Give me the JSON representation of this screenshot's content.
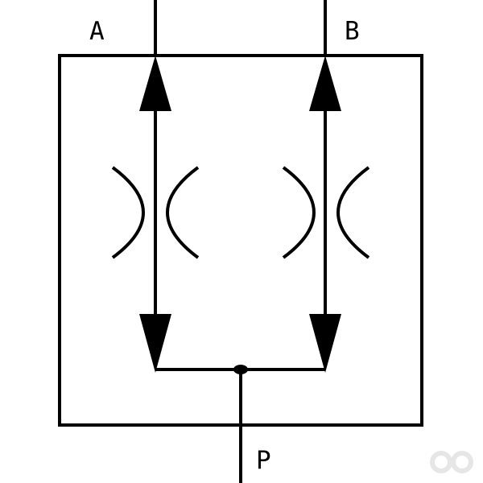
{
  "diagram": {
    "labels": {
      "port_a": "A",
      "port_b": "B",
      "port_p": "P"
    },
    "colors": {
      "stroke": "#000000",
      "background": "#ffffff",
      "watermark": "#e6e6e6"
    },
    "icons": {
      "watermark": "infinity-logo-icon"
    }
  }
}
